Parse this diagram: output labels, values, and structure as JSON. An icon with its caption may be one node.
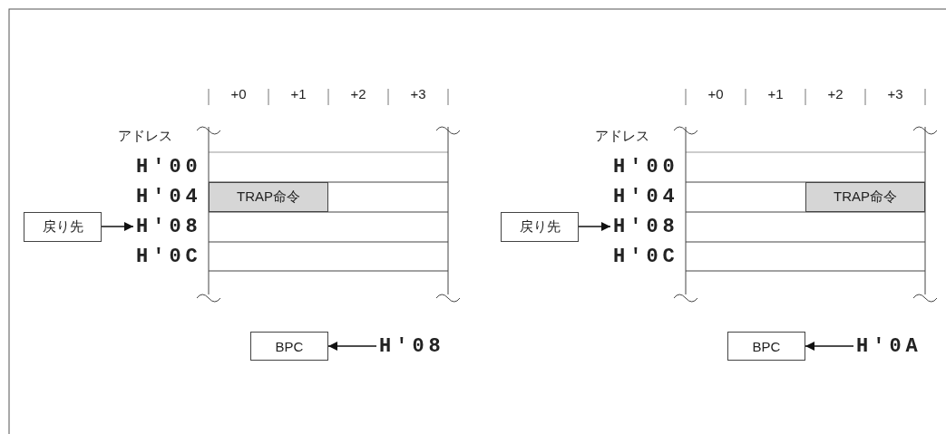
{
  "diagram": {
    "nodes": [
      {
        "text": [
          "TRAP命令"
        ]
      },
      {
        "text": [
          "TRAP命令"
        ]
      },
      {
        "text": [
          "戻り先"
        ]
      },
      {
        "text": [
          "H'08"
        ]
      },
      {
        "text": [
          "戻り先"
        ]
      },
      {
        "text": [
          "H'08"
        ]
      },
      {
        "text": [
          "BPC"
        ]
      },
      {
        "text": [
          "H'08"
        ]
      },
      {
        "text": [
          "BPC"
        ]
      },
      {
        "text": [
          "H'0A"
        ]
      }
    ],
    "edges": [
      {
        "from": 2,
        "to": 3,
        "arrow": "to"
      },
      {
        "from": 4,
        "to": 5,
        "arrow": "to"
      },
      {
        "from": 7,
        "to": 6,
        "arrow": "to"
      },
      {
        "from": 9,
        "to": 8,
        "arrow": "to"
      }
    ],
    "labels": [
      "+0",
      "+1",
      "+2",
      "+3",
      "アドレス",
      "H'00",
      "H'04",
      "H'0C",
      "+0",
      "+1",
      "+2",
      "+3",
      "アドレス",
      "H'00",
      "H'04",
      "H'0C"
    ]
  }
}
